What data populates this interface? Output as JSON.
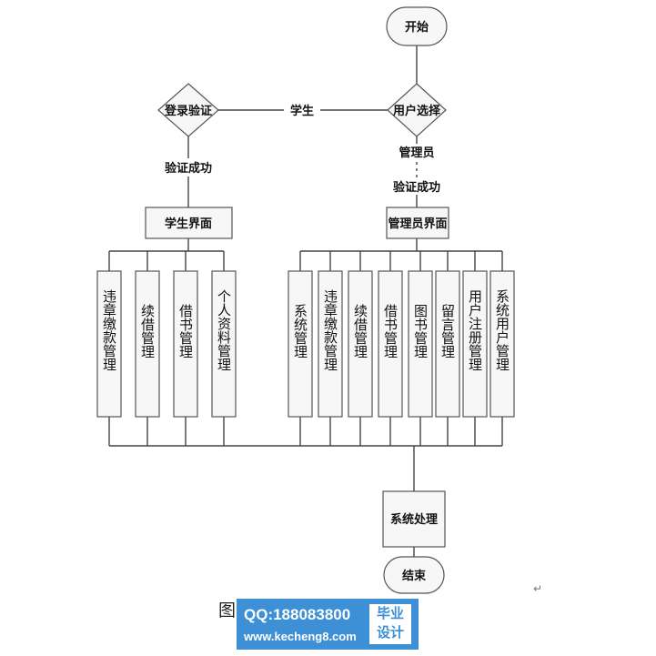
{
  "diagram": {
    "start": "开始",
    "end": "结束",
    "user_choice": "用户选择",
    "login_verify": "登录验证",
    "edge_student": "学生",
    "edge_admin": "管理员",
    "verify_ok_student": "验证成功",
    "verify_ok_admin": "验证成功",
    "student_ui": "学生界面",
    "admin_ui": "管理员界面",
    "system_process": "系统处理",
    "student_modules": [
      "违章缴款管理",
      "续借管理",
      "借书管理",
      "个人资料管理"
    ],
    "admin_modules": [
      "系统管理",
      "违章缴款管理",
      "续借管理",
      "借书管理",
      "图书管理",
      "留言管理",
      "用户注册管理",
      "系统用户管理"
    ]
  },
  "caption": "图",
  "paragraph_mark": "↵",
  "watermark": {
    "qq": "QQ:188083800",
    "url": "www.kecheng8.com",
    "badge_line1": "毕业",
    "badge_line2": "设计"
  }
}
